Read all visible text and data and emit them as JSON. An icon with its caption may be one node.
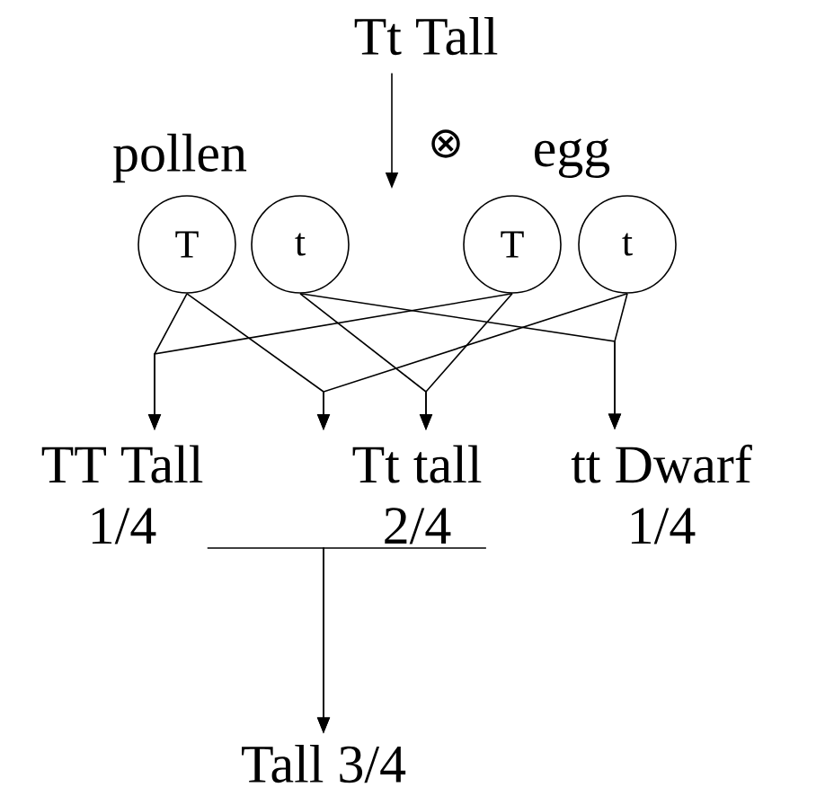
{
  "diagram": {
    "nodes": [
      {
        "text": [
          "Tt Tall"
        ]
      },
      {
        "text": [
          "T"
        ]
      },
      {
        "text": [
          "t"
        ]
      },
      {
        "text": [
          "T"
        ]
      },
      {
        "text": [
          "t"
        ]
      },
      {
        "text": [
          "TT Tall",
          "1/4"
        ]
      },
      {
        "text": [
          "Tt tall",
          "2/4"
        ]
      },
      {
        "text": [
          "tt Dwarf",
          "1/4"
        ]
      },
      {
        "text": [
          "Tall 3/4"
        ]
      }
    ],
    "edges": [
      {
        "from": 0,
        "to": null,
        "arrow": "to",
        "label": "⊗"
      },
      {
        "from": 1,
        "to": 5,
        "arrow": "to"
      },
      {
        "from": 3,
        "to": 5,
        "arrow": "to"
      },
      {
        "from": 1,
        "to": 6,
        "arrow": "to"
      },
      {
        "from": 4,
        "to": 6,
        "arrow": "to"
      },
      {
        "from": 2,
        "to": 6,
        "arrow": "to"
      },
      {
        "from": 3,
        "to": 6,
        "arrow": "to"
      },
      {
        "from": 2,
        "to": 7,
        "arrow": "to"
      },
      {
        "from": 4,
        "to": 7,
        "arrow": "to"
      },
      {
        "from": 5,
        "to": 8,
        "arrow": "to"
      },
      {
        "from": 6,
        "to": 8,
        "arrow": "to"
      }
    ],
    "labels": [
      "pollen",
      "egg"
    ]
  }
}
